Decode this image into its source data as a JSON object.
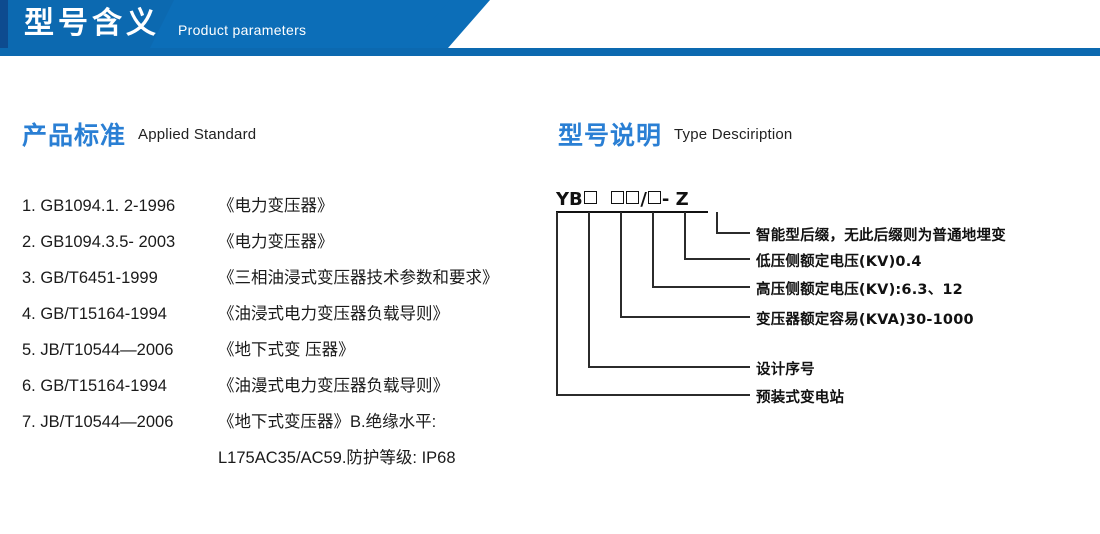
{
  "banner": {
    "title_cn": "型号含义",
    "title_en": "Product parameters",
    "bg_color": "#0c69b0",
    "edge_color": "#0d4b8f"
  },
  "sections": {
    "standard": {
      "title_cn": "产品标准",
      "title_en": "Applied Standard",
      "accent_color": "#2a7fd4"
    },
    "type": {
      "title_cn": "型号说明",
      "title_en": "Type Desciription",
      "accent_color": "#2a7fd4"
    }
  },
  "standards": [
    {
      "index": "1. ",
      "code": "GB1094.1. 2-1996",
      "name": "《电力变压器》"
    },
    {
      "index": "2. ",
      "code": "GB1094.3.5- 2003",
      "name": "《电力变压器》"
    },
    {
      "index": "3. ",
      "code": "GB/T6451-1999",
      "name": "《三相油浸式变压器技术参数和要求》"
    },
    {
      "index": "4. ",
      "code": "GB/T15164-1994",
      "name": "《油浸式电力变压器负载导则》"
    },
    {
      "index": "5. ",
      "code": "JB/T10544—2006",
      "name": "《地下式变 压器》"
    },
    {
      "index": "6. ",
      "code": "GB/T15164-1994",
      "name": "《油漫式电力变压器负载导则》"
    },
    {
      "index": "7. ",
      "code": "JB/T10544—2006",
      "name": "《地下式变压器》B.绝缘水平:"
    }
  ],
  "standards_continuation": "L175AC35/AC59.防护等级: IP68",
  "type_code": {
    "segments": [
      {
        "kind": "text",
        "text": "YB"
      },
      {
        "kind": "box",
        "text": ""
      },
      {
        "kind": "gap",
        "text": " "
      },
      {
        "kind": "box",
        "text": ""
      },
      {
        "kind": "box",
        "text": ""
      },
      {
        "kind": "text",
        "text": "/"
      },
      {
        "kind": "box",
        "text": ""
      },
      {
        "kind": "text",
        "text": " - Z"
      }
    ],
    "plain": "YB □ □□/□ - Z"
  },
  "callouts": [
    {
      "id": "suffix",
      "label": "智能型后缀，无此后缀则为普通地埋变"
    },
    {
      "id": "lv",
      "label": "低压侧额定电压(KV)0.4"
    },
    {
      "id": "hv",
      "label": "高压侧额定电压(KV):6.3、12"
    },
    {
      "id": "capacity",
      "label": "变压器额定容易(KVA)30-1000"
    },
    {
      "id": "design-no",
      "label": "设计序号"
    },
    {
      "id": "substation",
      "label": "预装式变电站"
    }
  ]
}
